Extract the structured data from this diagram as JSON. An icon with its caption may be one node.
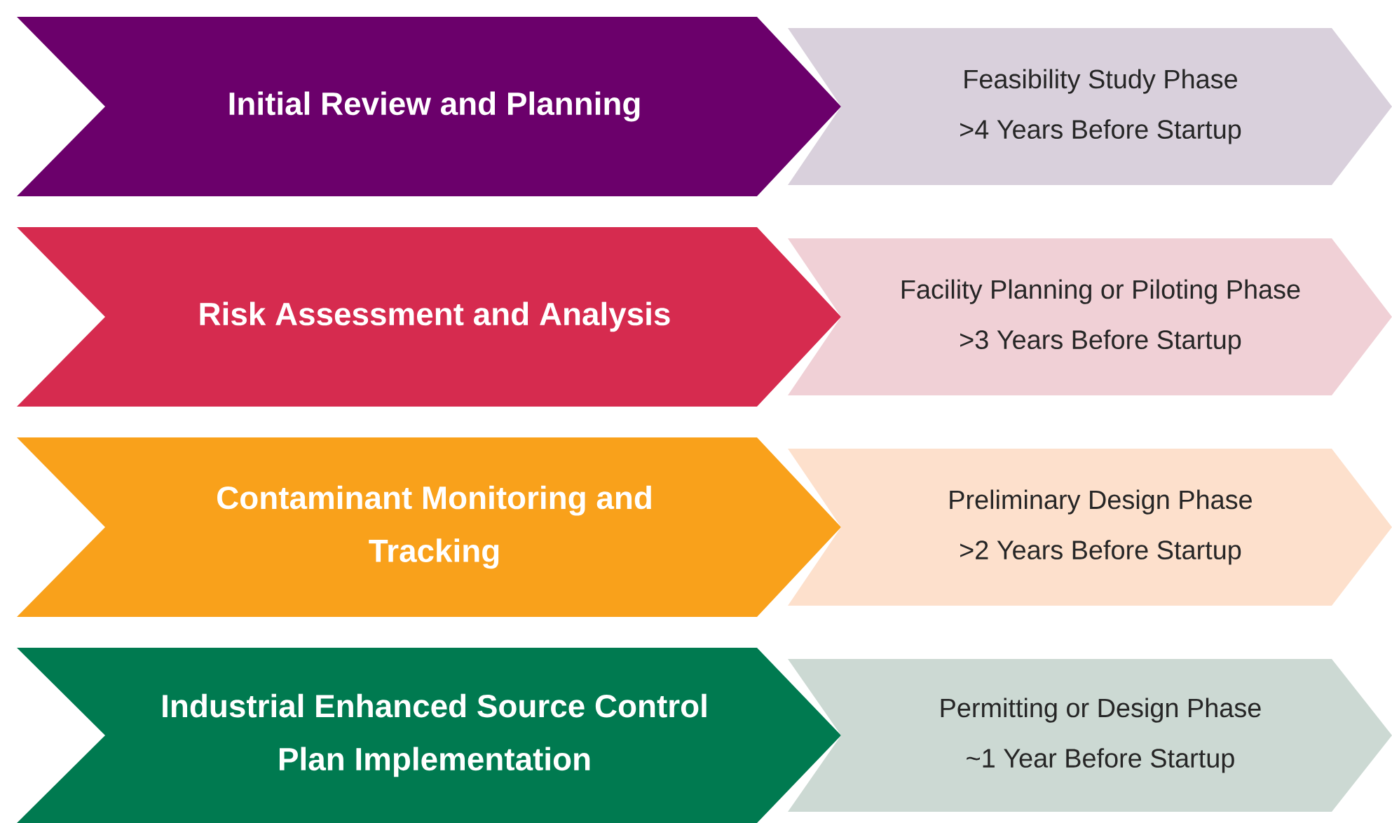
{
  "diagram": {
    "nodes": [
      {
        "text": [
          "Initial Review and Planning"
        ]
      },
      {
        "text": [
          "Feasibility Study Phase",
          ">4 Years Before Startup"
        ]
      },
      {
        "text": [
          "Risk Assessment and Analysis"
        ]
      },
      {
        "text": [
          "Facility Planning or Piloting Phase",
          ">3 Years Before Startup"
        ]
      },
      {
        "text": [
          "Contaminant Monitoring and Tracking"
        ]
      },
      {
        "text": [
          "Preliminary Design Phase",
          ">2 Years Before Startup"
        ]
      },
      {
        "text": [
          "Industrial Enhanced Source Control Plan Implementation"
        ]
      },
      {
        "text": [
          "Permitting or Design Phase",
          "~1 Year Before Startup"
        ]
      }
    ]
  }
}
